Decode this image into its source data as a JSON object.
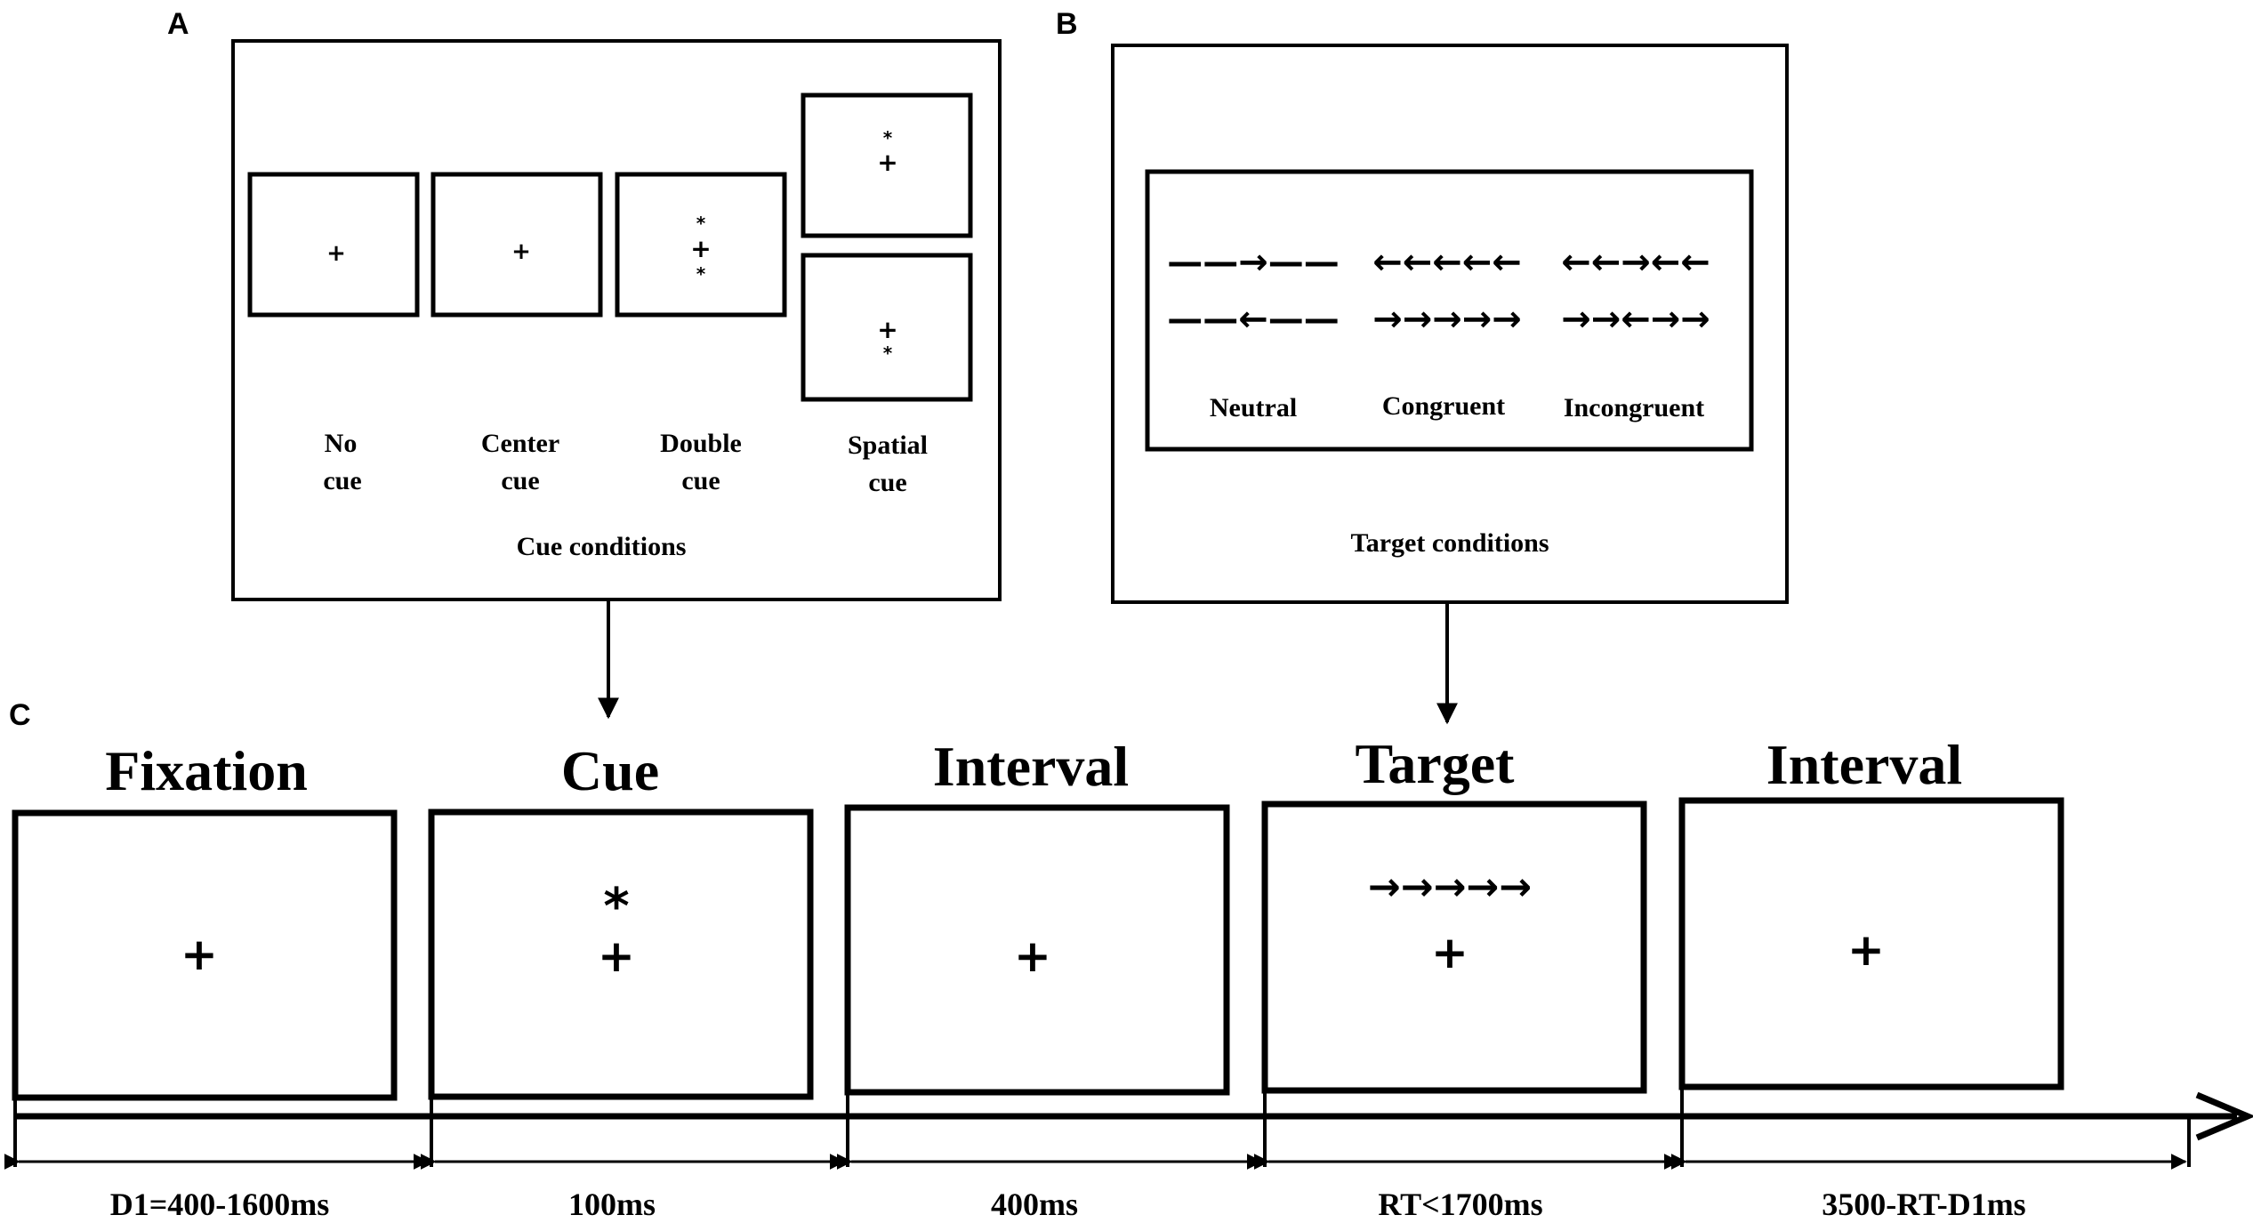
{
  "panels": {
    "A": {
      "letter": "A",
      "cues": [
        {
          "line1": "No",
          "line2": "cue"
        },
        {
          "line1": "Center",
          "line2": "cue"
        },
        {
          "line1": "Double",
          "line2": "cue"
        },
        {
          "line1": "Spatial",
          "line2": "cue"
        }
      ],
      "caption": "Cue conditions"
    },
    "B": {
      "letter": "B",
      "flanker_rows": {
        "row1": [
          "——→——",
          "←←←←←",
          "←←→←←"
        ],
        "row2": [
          "——←——",
          "→→→→→",
          "→→←→→"
        ]
      },
      "conditions": [
        "Neutral",
        "Congruent",
        "Incongruent"
      ],
      "caption": "Target conditions"
    },
    "C": {
      "letter": "C",
      "stages": [
        {
          "title": "Fixation",
          "duration": "D1=400-1600ms"
        },
        {
          "title": "Cue",
          "duration": "100ms"
        },
        {
          "title": "Interval",
          "duration": "400ms"
        },
        {
          "title": "Target",
          "duration": "RT<1700ms"
        },
        {
          "title": "Interval",
          "duration": "3500-RT-D1ms"
        }
      ],
      "target_arrows": "→→→→→"
    }
  },
  "glyphs": {
    "fixation": "+",
    "cue_star": "*"
  }
}
